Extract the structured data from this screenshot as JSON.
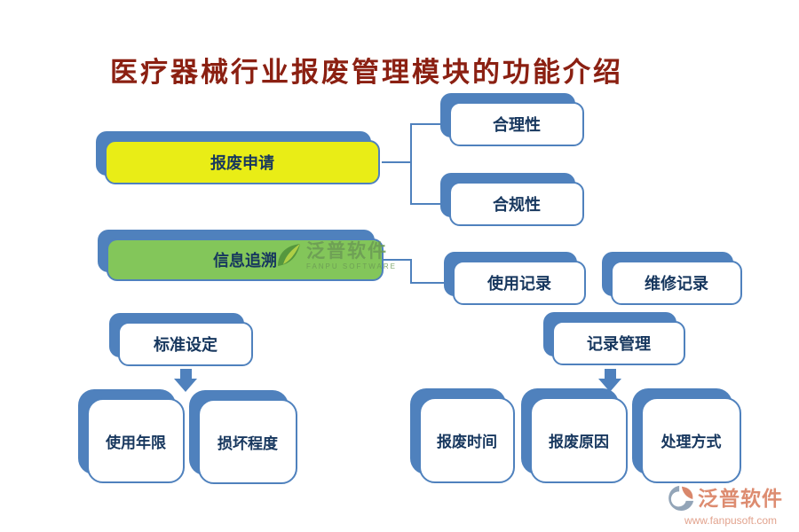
{
  "title": "医疗器械行业报废管理模块的功能介绍",
  "nodes": {
    "scrap_application": {
      "label": "报废申请"
    },
    "info_trace": {
      "label": "信息追溯"
    },
    "rationality": {
      "label": "合理性"
    },
    "compliance": {
      "label": "合规性"
    },
    "usage_record": {
      "label": "使用记录"
    },
    "maintenance_record": {
      "label": "维修记录"
    },
    "standard_setting": {
      "label": "标准设定"
    },
    "record_management": {
      "label": "记录管理"
    },
    "service_life": {
      "label": "使用年限"
    },
    "damage_degree": {
      "label": "损坏程度"
    },
    "scrap_time": {
      "label": "报废时间"
    },
    "scrap_reason": {
      "label": "报废原因"
    },
    "disposal_method": {
      "label": "处理方式"
    }
  },
  "watermark_inline": {
    "brand": "泛普软件",
    "sub": "FANPU SOFTWARE"
  },
  "watermark_corner": {
    "brand": "泛普软件",
    "url": "www.fanpusoft.com"
  },
  "colors": {
    "accent_blue": "#4F81BD",
    "bar_yellow": "#E9ED16",
    "bar_green": "#83C65A",
    "node_text": "#17375E",
    "title_red": "#8B2012",
    "watermark_salmon": "#DD8C70",
    "watermark_salmon_light": "#E2A38E",
    "watermark_green": "#6B9A55"
  }
}
